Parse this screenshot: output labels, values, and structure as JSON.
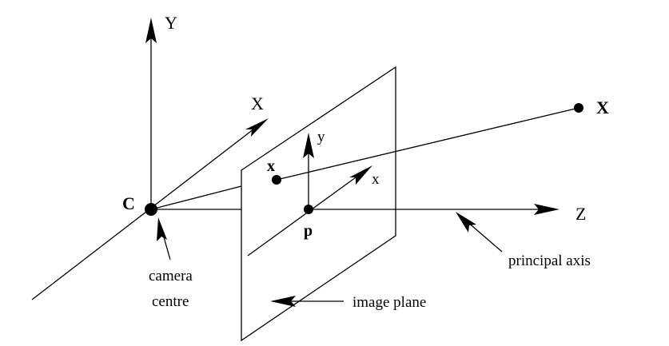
{
  "diagram": {
    "labels": {
      "axis_Y": "Y",
      "axis_X": "X",
      "axis_Z": "Z",
      "point_X": "X",
      "point_C": "C",
      "point_x": "x",
      "point_p": "p",
      "axis_y_img": "y",
      "axis_x_img": "x",
      "camera_centre_line1": "camera",
      "camera_centre_line2": "centre",
      "principal_axis": "principal axis",
      "image_plane": "image plane"
    }
  }
}
